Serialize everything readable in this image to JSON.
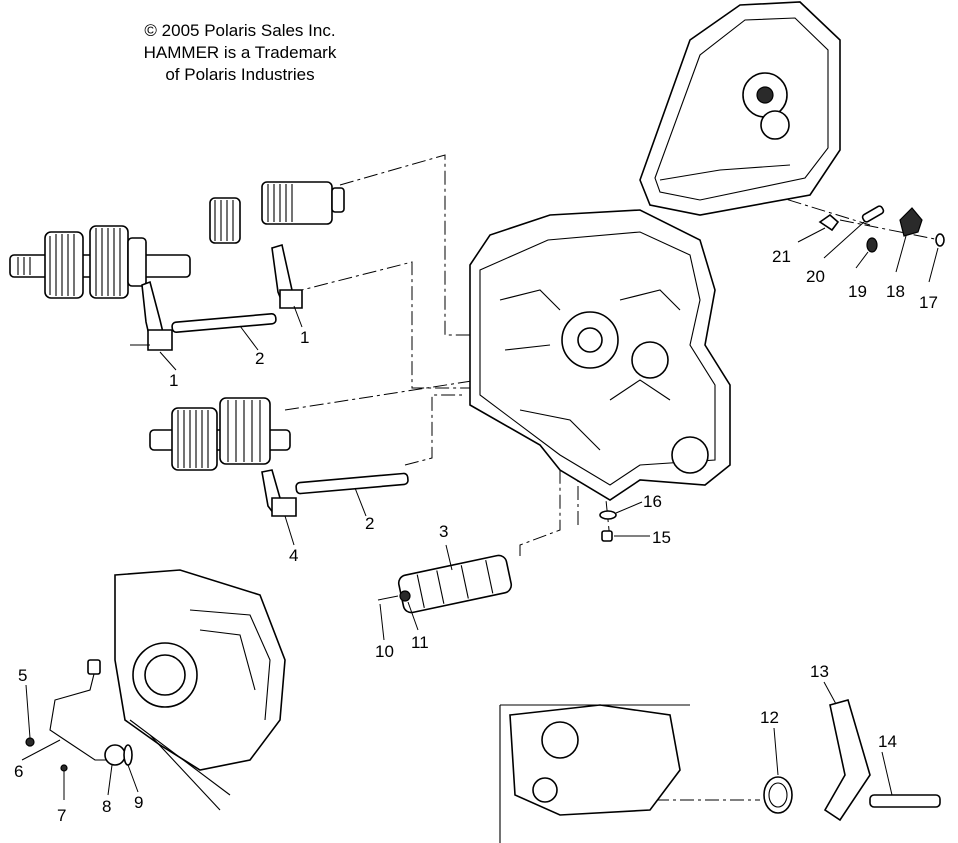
{
  "copyright": {
    "line1": "© 2005 Polaris Sales Inc.",
    "line2": "HAMMER is a Trademark",
    "line3": "of Polaris Industries"
  },
  "callouts": [
    {
      "id": "c1a",
      "text": "1"
    },
    {
      "id": "c1b",
      "text": "1"
    },
    {
      "id": "c2a",
      "text": "2"
    },
    {
      "id": "c2b",
      "text": "2"
    },
    {
      "id": "c3",
      "text": "3"
    },
    {
      "id": "c4",
      "text": "4"
    },
    {
      "id": "c5",
      "text": "5"
    },
    {
      "id": "c6",
      "text": "6"
    },
    {
      "id": "c7",
      "text": "7"
    },
    {
      "id": "c8",
      "text": "8"
    },
    {
      "id": "c9",
      "text": "9"
    },
    {
      "id": "c10",
      "text": "10"
    },
    {
      "id": "c11",
      "text": "11"
    },
    {
      "id": "c12",
      "text": "12"
    },
    {
      "id": "c13",
      "text": "13"
    },
    {
      "id": "c14",
      "text": "14"
    },
    {
      "id": "c15",
      "text": "15"
    },
    {
      "id": "c16",
      "text": "16"
    },
    {
      "id": "c17",
      "text": "17"
    },
    {
      "id": "c18",
      "text": "18"
    },
    {
      "id": "c19",
      "text": "19"
    },
    {
      "id": "c20",
      "text": "20"
    },
    {
      "id": "c21",
      "text": "21"
    }
  ]
}
